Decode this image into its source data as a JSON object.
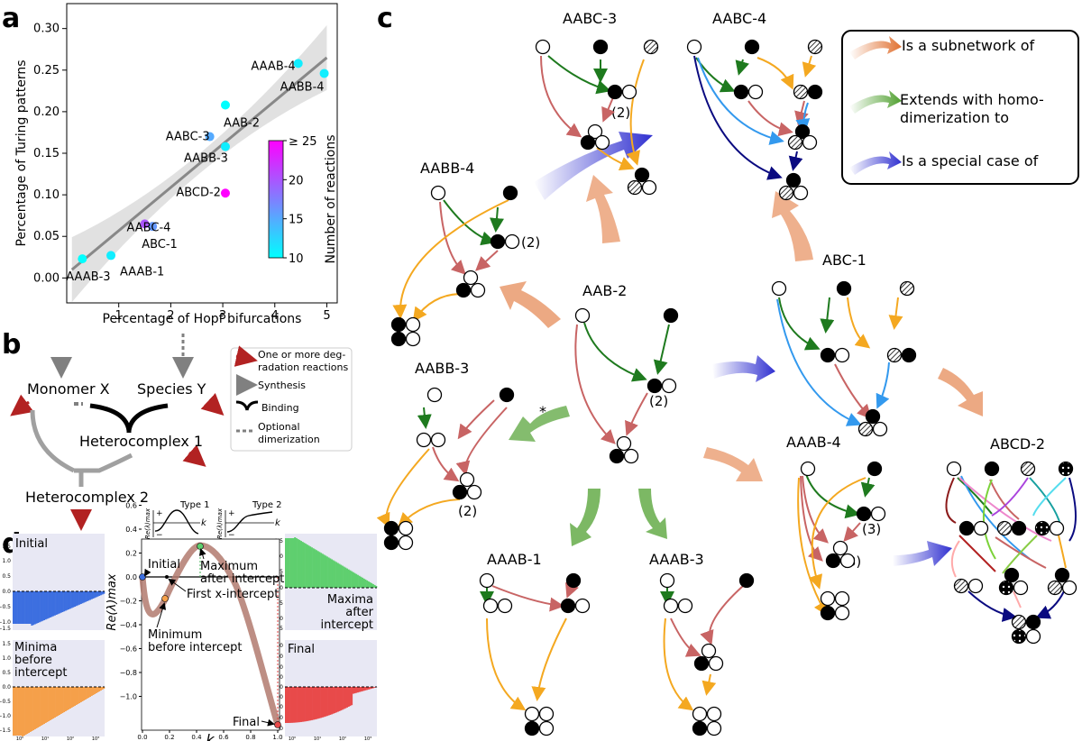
{
  "panel_letters": {
    "a": "a",
    "b": "b",
    "c": "c",
    "d": "d"
  },
  "panel_a": {
    "chart_data": {
      "type": "scatter",
      "xlabel": "Percentage of Hopf bifurcations",
      "ylabel": "Percentage of Turing patterns",
      "xlim": [
        0,
        5.2
      ],
      "ylim": [
        -0.03,
        0.33
      ],
      "xticks": [
        "1",
        "2",
        "3",
        "4",
        "5"
      ],
      "yticks": [
        "0.00",
        "0.05",
        "0.10",
        "0.15",
        "0.20",
        "0.25",
        "0.30"
      ],
      "colorbar": {
        "label": "Number of reactions",
        "ticks": [
          "10",
          "15",
          "20",
          "≥ 25"
        ],
        "range": [
          10,
          25
        ]
      },
      "fit_line": {
        "x": [
          0.1,
          5.0
        ],
        "y": [
          0.01,
          0.265
        ]
      },
      "points": [
        {
          "label": "AAAB-3",
          "x": 0.3,
          "y": 0.023,
          "reactions": 10
        },
        {
          "label": "AAAB-1",
          "x": 0.85,
          "y": 0.027,
          "reactions": 11
        },
        {
          "label": "ABC-1",
          "x": 1.65,
          "y": 0.062,
          "reactions": 16
        },
        {
          "label": "AABC-4",
          "x": 1.5,
          "y": 0.065,
          "reactions": 20
        },
        {
          "label": "ABCD-2",
          "x": 3.05,
          "y": 0.102,
          "reactions": 25
        },
        {
          "label": "AABB-3",
          "x": 3.05,
          "y": 0.158,
          "reactions": 11
        },
        {
          "label": "AABC-3",
          "x": 2.75,
          "y": 0.17,
          "reactions": 15
        },
        {
          "label": "AAB-2",
          "x": 3.05,
          "y": 0.208,
          "reactions": 10
        },
        {
          "label": "AAAB-4",
          "x": 4.45,
          "y": 0.258,
          "reactions": 11
        },
        {
          "label": "AABB-4",
          "x": 4.95,
          "y": 0.246,
          "reactions": 11
        }
      ]
    }
  },
  "panel_b": {
    "monomer_x": "Monomer X",
    "species_y": "Species Y",
    "heterocomplex_1": "Heterocomplex 1",
    "heterocomplex_2": "Heterocomplex 2",
    "legend": [
      {
        "line1": "One or more deg-",
        "line2": "radation reactions",
        "color": "#b22222"
      },
      {
        "line1": "Synthesis",
        "line2": "",
        "color": "#808080"
      },
      {
        "line1": "Binding",
        "line2": "",
        "color": "#000000"
      },
      {
        "line1": "Optional",
        "line2": "dimerization",
        "color": "#808080"
      }
    ]
  },
  "panel_c": {
    "networks": {
      "AABC-3": "AABC-3",
      "AABC-4": "AABC-4",
      "AABB-4": "AABB-4",
      "AAB-2": "AAB-2",
      "ABC-1": "ABC-1",
      "AABB-3": "AABB-3",
      "AAAB-4": "AAAB-4",
      "ABCD-2": "ABCD-2",
      "AAAB-1": "AAAB-1",
      "AAAB-3": "AAAB-3"
    },
    "multiplicities": {
      "m1": "(2)",
      "m2": "(2)",
      "m3": "(2)",
      "m4": "(2)",
      "m5": "(3)",
      "m6": "(3)"
    },
    "star": "*",
    "legend": [
      {
        "text1": "Is a subnetwork of",
        "text2": "",
        "color": "#e07030"
      },
      {
        "text1": "Extends with homo-",
        "text2": "dimerization to",
        "color": "#50a030"
      },
      {
        "text1": "Is a special case of",
        "text2": "",
        "color": "#3030d0"
      }
    ]
  },
  "panel_d": {
    "center": {
      "ylabel": "Re(λ)max",
      "xlabel": "k",
      "xticks": [
        "0.0",
        "0.2",
        "0.4",
        "0.6",
        "0.8",
        "1.0"
      ],
      "yticks": [
        "0.6",
        "0.4",
        "0.2",
        "0.0",
        "−0.2",
        "−0.4",
        "−0.6",
        "−0.8",
        "−1.0"
      ],
      "annotations": {
        "initial": "Initial",
        "max1": "Maximum",
        "max2": "after intercept",
        "first": "First x-intercept",
        "min1": "Minimum",
        "min2": "before intercept",
        "final": "Final"
      },
      "inset1": {
        "type": "Type 1",
        "ylab": "Re(λ)max",
        "plus": "+",
        "minus": "−",
        "k": "k"
      },
      "inset2": {
        "type": "Type 2",
        "ylab": "Re(λ)max",
        "plus": "+",
        "minus": "−",
        "k": "k"
      }
    },
    "hist_initial": {
      "title": "Initial",
      "yticks": [
        "1.5",
        "1.0",
        "0.5",
        "0.0",
        "−0.5",
        "−1.0",
        "−1.5"
      ],
      "color": "#3d6fe0"
    },
    "hist_minima": {
      "title1": "Minima",
      "title2": "before",
      "title3": "intercept",
      "yticks": [
        "1.5",
        "1.0",
        "0.5",
        "0.0",
        "−0.5",
        "−1.0",
        "−1.5"
      ],
      "color": "#f5a04a"
    },
    "hist_maxima": {
      "title1": "Maxima",
      "title2": "after",
      "title3": "intercept",
      "yticks": [
        "1.5",
        "1.0",
        "0.5",
        "0.0",
        "−0.5",
        "−1.0",
        "−1.5"
      ],
      "color": "#5fcf6f"
    },
    "hist_final": {
      "title": "Final",
      "yticks": [
        "80",
        "60",
        "40",
        "20",
        "0",
        "−20",
        "−40",
        "−60",
        "−80"
      ],
      "color": "#e84a4a"
    },
    "xtick_small": [
      "10⁰",
      "10¹",
      "10²",
      "10³"
    ]
  }
}
